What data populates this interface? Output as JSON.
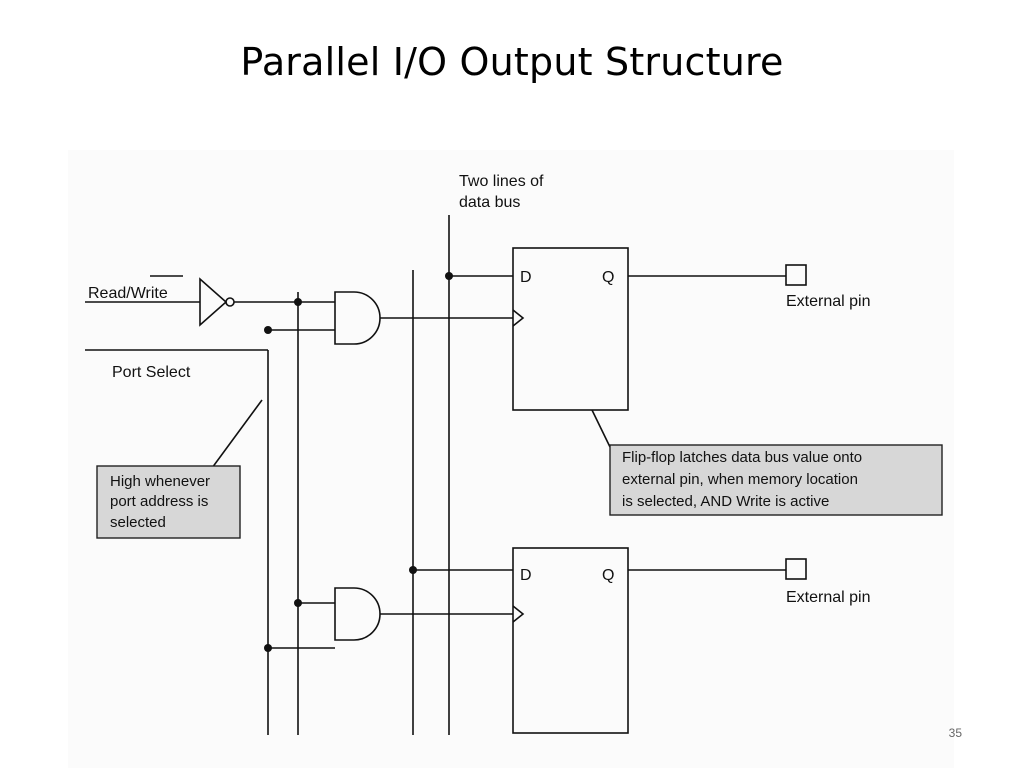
{
  "slide": {
    "title": "Parallel I/O Output Structure",
    "page_number": "35"
  },
  "diagram": {
    "labels": {
      "data_bus": [
        "Two lines of",
        "data bus"
      ],
      "read_write": "Read/Write",
      "port_select": "Port Select",
      "d1": "D",
      "q1": "Q",
      "d2": "D",
      "q2": "Q",
      "external_pin_1": "External pin",
      "external_pin_2": "External pin"
    },
    "callouts": {
      "port_select_note": [
        "High whenever",
        "port address is",
        "selected"
      ],
      "flipflop_note": [
        "Flip-flop latches data bus value onto",
        "external pin, when memory location",
        "is selected, AND Write is active"
      ]
    }
  }
}
